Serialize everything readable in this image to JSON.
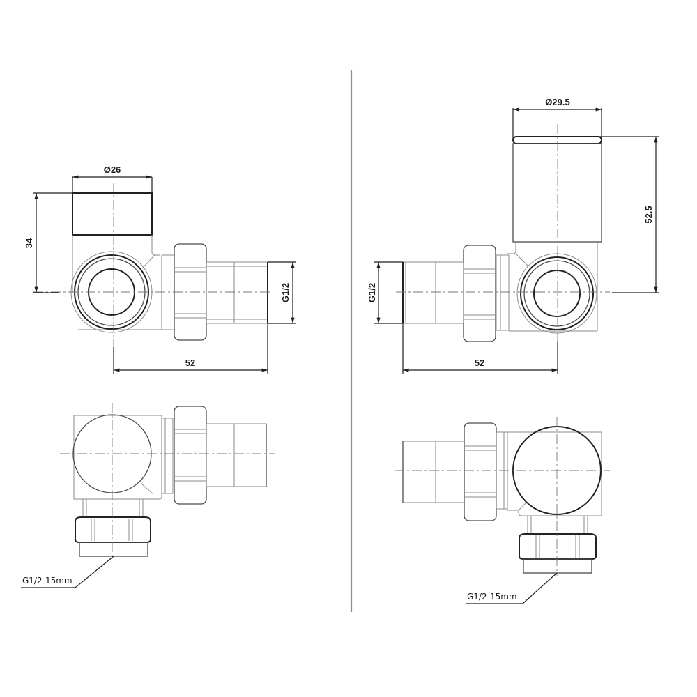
{
  "drawing": {
    "title": "Radiator valve technical drawing (left and right angled versions)",
    "colors": {
      "line": "#4a4a4a",
      "dimension": "#1e1e1e",
      "divider": "#8e8e8e",
      "background": "#ffffff"
    }
  },
  "left_valve": {
    "top_view": {
      "cap_diameter_label": "Ø26",
      "cap_height_label": "34",
      "thread_label": "G1/2",
      "length_label": "52"
    },
    "bottom_view": {
      "connection_label": "G1/2-15mm"
    }
  },
  "right_valve": {
    "top_view": {
      "cap_diameter_label": "Ø29.5",
      "cap_height_label": "52.5",
      "thread_label": "G1/2",
      "length_label": "52"
    },
    "bottom_view": {
      "connection_label": "G1/2-15mm"
    }
  }
}
